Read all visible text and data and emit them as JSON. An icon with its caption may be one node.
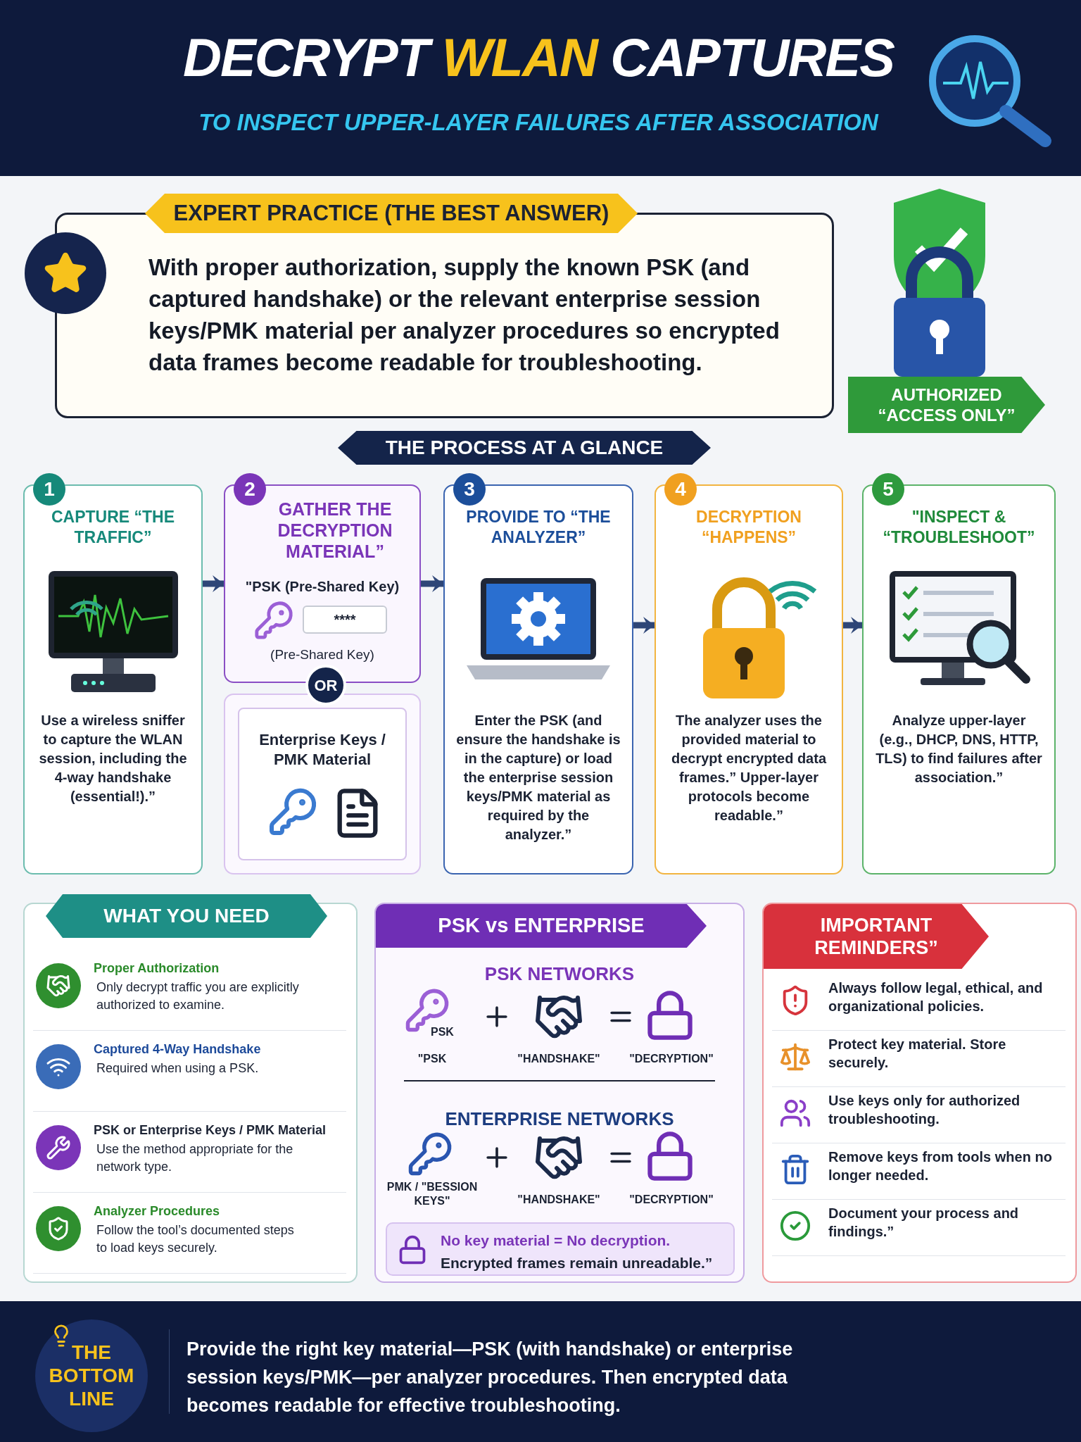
{
  "diagram": {
    "title": "DECRYPT WLAN CAPTURES",
    "nodes": [
      {
        "text": [
          "EXPERT PRACTICE (THE BEST ANSWER)",
          "With proper authorization, supply the known PSK (and captured handshake) or the relevant enterprise session keys/PMK material per analyzer procedures so encrypted data frames become readable for troubleshooting."
        ]
      },
      {
        "text": [
          "AUTHORIZED “ACCESS ONLY”"
        ]
      },
      {
        "text": [
          "THE PROCESS AT A GLANCE"
        ]
      },
      {
        "text": [
          "1",
          "CAPTURE “THE TRAFFIC”",
          "Use a wireless sniffer to capture the WLAN session, including the 4-way handshake (essential!).”"
        ]
      },
      {
        "text": [
          "2",
          "GATHER THE DECRYPTION MATERIAL”",
          "\"PSK (Pre-Shared Key)",
          "****",
          "(Pre-Shared Key)"
        ]
      },
      {
        "text": [
          "OR"
        ]
      },
      {
        "text": [
          "Enterprise Keys / PMK Material"
        ]
      },
      {
        "text": [
          "3",
          "PROVIDE TO “THE ANALYZER”",
          "Enter the PSK (and ensure the handshake is in the capture) or load the enterprise session keys/PMK material as required by the analyzer.”"
        ]
      },
      {
        "text": [
          "4",
          "DECRYPTION “HAPPENS”",
          "The analyzer uses the provided material to decrypt encrypted data frames.” Upper-layer protocols become readable.”"
        ]
      },
      {
        "text": [
          "5",
          "\"INSPECT & “TROUBLESHOOT”",
          "Analyze upper-layer (e.g., DHCP, DNS, HTTP, TLS) to find failures after association.”"
        ]
      },
      {
        "text": [
          "WHAT YOU NEED",
          "Proper Authorization",
          "Only decrypt traffic you are explicitly authorized to examine.",
          "Captured 4-Way Handshake",
          "Required when using a PSK.",
          "PSK or Enterprise Keys / PMK Material",
          "Use the method appropriate for the network type.",
          "Analyzer Procedures",
          "Follow the tool’s documented steps to load keys securely."
        ]
      },
      {
        "text": [
          "PSK vs ENTERPRISE",
          "PSK NETWORKS",
          "PSK",
          "\"PSK",
          "\"HANDSHAKE\"",
          "\"DECRYPTION\"",
          "ENTERPRISE NETWORKS",
          "PMK / \"BESSION KEYS\"",
          "\"HANDSHAKE\"",
          "\"DECRYPTION\""
        ]
      },
      {
        "text": [
          "No key material = No decryption.",
          "Encrypted frames remain unreadable.”"
        ],
        "in": 11
      },
      {
        "text": [
          "IMPORTANT REMINDERS”",
          "Always follow legal, ethical, and organizational policies.",
          "Protect key material. Store securely.",
          "Use keys only for authorized troubleshooting.",
          "Remove keys from tools when no longer needed.",
          "Document your process and findings.”"
        ]
      },
      {
        "text": [
          "THE BOTTOM LINE",
          "Provide the right key material—PSK (with handshake) or enterprise session keys/PMK—per analyzer procedures. Then encrypted data becomes readable for effective troubleshooting."
        ]
      }
    ],
    "edges": [
      {
        "from": 3,
        "to": 4,
        "arrow": "to"
      },
      {
        "from": 4,
        "to": 7,
        "arrow": "to"
      },
      {
        "from": 7,
        "to": 8,
        "arrow": "to"
      },
      {
        "from": 8,
        "to": 9,
        "arrow": "to"
      }
    ],
    "labels": [
      "TO INSPECT UPPER-LAYER FAILURES AFTER ASSOCIATION"
    ]
  }
}
